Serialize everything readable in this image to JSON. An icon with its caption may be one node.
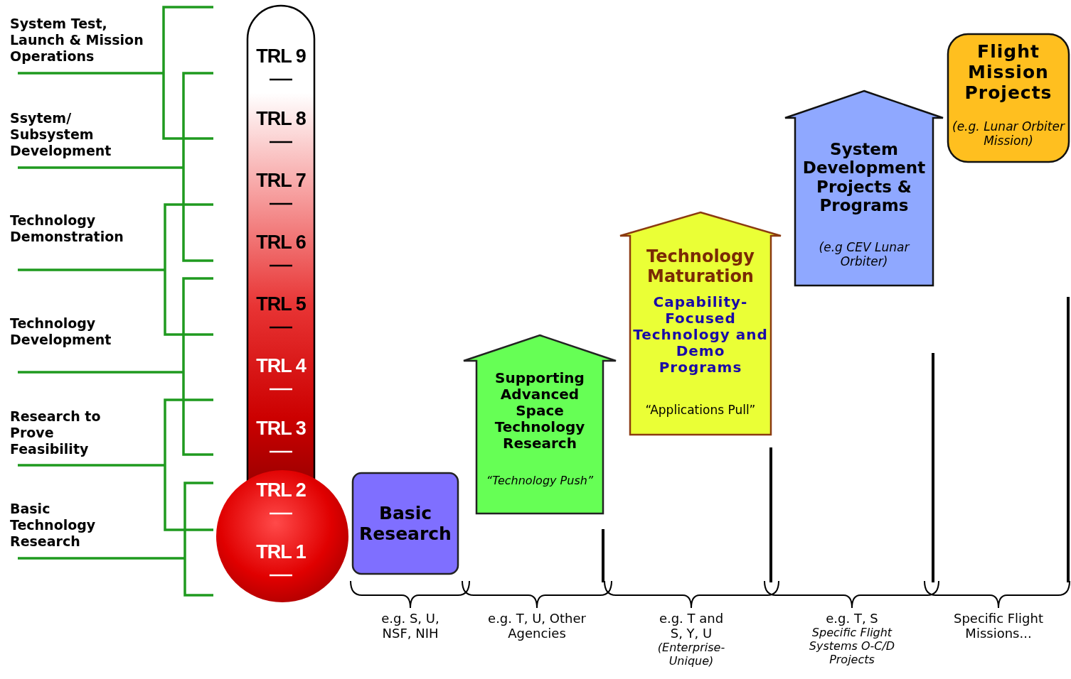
{
  "diagram": {
    "nodes": [
      {
        "text": [
          "Basic Research"
        ]
      },
      {
        "text": [
          "Supporting Advanced Space Technology Research",
          "“Technology Push”"
        ]
      },
      {
        "text": [
          "Technology Maturation",
          "Capability-Focused Technology and Demo Programs",
          "“Applications Pull”"
        ]
      },
      {
        "text": [
          "System Development Projects & Programs",
          "(e.g CEV Lunar Orbiter)"
        ]
      },
      {
        "text": [
          "Flight Mission Projects",
          "(e.g. Lunar Orbiter Mission)"
        ]
      }
    ],
    "labels": [
      "System Test, Launch & Mission Operations",
      "Ssytem/ Subsystem Development",
      "Technology Demonstration",
      "Technology Development",
      "Research to Prove Feasibility",
      "Basic Technology Research",
      "TRL 9",
      "TRL 8",
      "TRL 7",
      "TRL 6",
      "TRL 5",
      "TRL 4",
      "TRL 3",
      "TRL 2",
      "TRL 1",
      "e.g. S, U, NSF, NIH",
      "e.g. T, U, Other Agencies",
      "e.g. T and S, Y, U *(Enterprise-Unique)*",
      "e.g. T, S *Specific Flight Systems O-C/D Projects*",
      "Specific Flight Missions..."
    ]
  }
}
